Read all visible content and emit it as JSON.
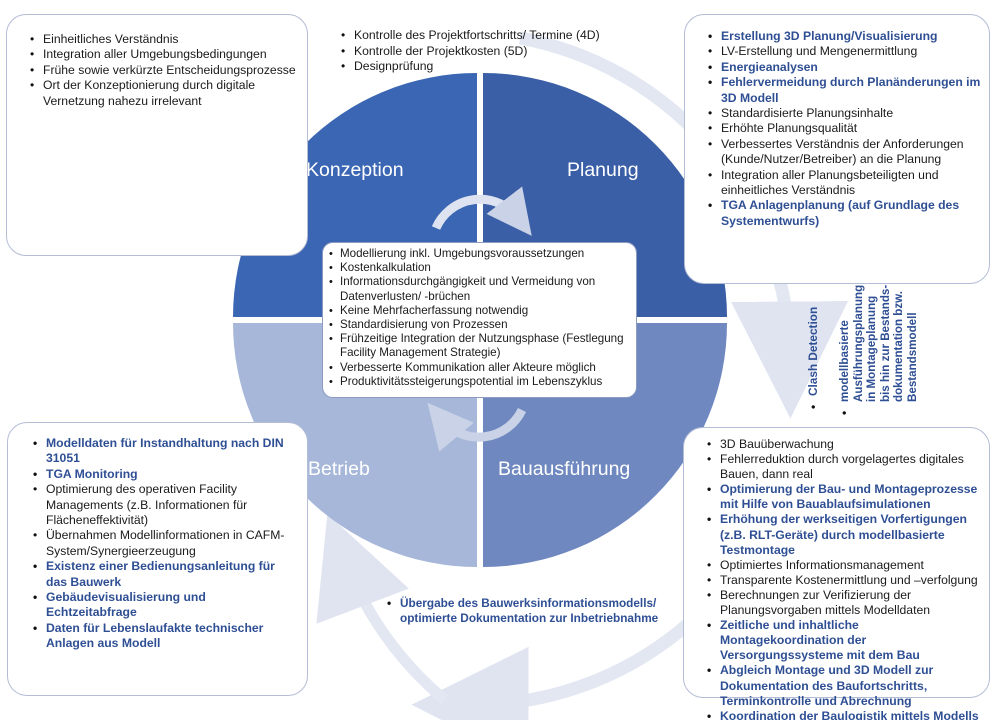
{
  "quadrants": {
    "konzeption": {
      "label": "Konzeption",
      "color": "#3b66b3"
    },
    "planung": {
      "label": "Planung",
      "color": "#3a5fa6"
    },
    "betrieb": {
      "label": "Betrieb",
      "color": "#a7b7d9"
    },
    "bauausfuehrung": {
      "label": "Bauausführung",
      "color": "#6f88c0"
    }
  },
  "box_konzeption": {
    "items": [
      {
        "text": "Einheitliches Verständnis",
        "highlight": false
      },
      {
        "text": "Integration aller Umgebungsbedingungen",
        "highlight": false
      },
      {
        "text": "Frühe sowie verkürzte Entscheidungsprozesse",
        "highlight": false
      },
      {
        "text": "Ort der Konzeptionierung durch digitale Vernetzung nahezu irrelevant",
        "highlight": false
      }
    ]
  },
  "top_list": {
    "items": [
      {
        "text": "Kontrolle des Projektfortschritts/ Termine (4D)",
        "highlight": false
      },
      {
        "text": "Kontrolle der Projektkosten (5D)",
        "highlight": false
      },
      {
        "text": "Designprüfung",
        "highlight": false
      }
    ]
  },
  "box_planung": {
    "items": [
      {
        "text": "Erstellung 3D Planung/Visualisierung",
        "highlight": true
      },
      {
        "text": "LV-Erstellung und Mengenermittlung",
        "highlight": false
      },
      {
        "text": "Energieanalysen",
        "highlight": true
      },
      {
        "text": "Fehlervermeidung durch  Planänderungen im 3D Modell",
        "highlight": true
      },
      {
        "text": "Standardisierte Planungsinhalte",
        "highlight": false
      },
      {
        "text": "Erhöhte Planungsqualität",
        "highlight": false
      },
      {
        "text": "Verbessertes Verständnis der Anforderungen (Kunde/Nutzer/Betreiber) an die Planung",
        "highlight": false
      },
      {
        "text": "Integration aller Planungsbeteiligten und einheitliches Verständnis",
        "highlight": false
      },
      {
        "text": "TGA Anlagenplanung (auf Grundlage des Systementwurfs)",
        "highlight": true
      }
    ]
  },
  "center": {
    "items": [
      {
        "text": "Modellierung inkl. Umgebungsvoraussetzungen",
        "highlight": false
      },
      {
        "text": "Kostenkalkulation",
        "highlight": false
      },
      {
        "text": "Informationsdurchgängigkeit und Vermeidung von Datenverlusten/ -brüchen",
        "highlight": false
      },
      {
        "text": "Keine Mehrfacherfassung notwendig",
        "highlight": false
      },
      {
        "text": "Standardisierung von Prozessen",
        "highlight": false
      },
      {
        "text": "Frühzeitige Integration der Nutzungsphase (Festlegung Facility Management Strategie)",
        "highlight": false
      },
      {
        "text": "Verbesserte Kommunikation aller Akteure möglich",
        "highlight": false
      },
      {
        "text": "Produktivitätssteigerungspotential im Lebenszyklus",
        "highlight": false
      }
    ]
  },
  "box_betrieb": {
    "items": [
      {
        "text": "Modelldaten für Instandhaltung nach DIN 31051",
        "highlight": true
      },
      {
        "text": "TGA Monitoring",
        "highlight": true
      },
      {
        "text": "Optimierung des operativen Facility Managements (z.B. Informationen für Flächeneffektivität)",
        "highlight": false
      },
      {
        "text": "Übernahmen Modellinformationen in CAFM-System/Synergieerzeugung",
        "highlight": false
      },
      {
        "text": "Existenz einer Bedienungsanleitung für das Bauwerk",
        "highlight": true
      },
      {
        "text": "Gebäudevisualisierung und Echtzeitabfrage",
        "highlight": true
      },
      {
        "text": "Daten für Lebenslaufakte technischer Anlagen aus Modell",
        "highlight": true
      }
    ]
  },
  "box_bau": {
    "items": [
      {
        "text": "3D Bauüberwachung",
        "highlight": false
      },
      {
        "text": "Fehlerreduktion durch vorgelagertes digitales Bauen, dann real",
        "highlight": false
      },
      {
        "text": "Optimierung der Bau- und Montageprozesse mit Hilfe von Bauablaufsimulationen",
        "highlight": true
      },
      {
        "text": "Erhöhung der werkseitigen Vorfertigungen (z.B. RLT-Geräte) durch modellbasierte Testmontage",
        "highlight": true
      },
      {
        "text": "Optimiertes Informationsmanagement",
        "highlight": false
      },
      {
        "text": "Transparente Kostenermittlung und –verfolgung",
        "highlight": false
      },
      {
        "text": "Berechnungen zur Verifizierung der Planungsvorgaben mittels Modelldaten",
        "highlight": false
      },
      {
        "text": "Zeitliche und inhaltliche Montagekoordination der Versorgungssysteme mit dem Bau",
        "highlight": true
      },
      {
        "text": "Abgleich Montage und 3D Modell zur Dokumentation des Baufortschritts, Terminkontrolle und Abrechnung",
        "highlight": true
      },
      {
        "text": "Koordination der Baulogistik mittels Modells",
        "highlight": true
      }
    ]
  },
  "transitions": {
    "clash": "Clash Detection",
    "montage": "modellbasierte Ausführungsplanung in Montageplanung bis hin zur Bestands-dokumentation bzw. Bestandsmodell",
    "uebergabe": "Übergabe des Bauwerksinformationsmodells/ optimierte Dokumentation zur Inbetriebnahme"
  },
  "colors": {
    "highlight_text": "#2f4f94",
    "box_border": "#b4bdd6",
    "arrow": "#dfe4f0"
  },
  "icons": {
    "cycle_arrow_top": "curved-arrow-clockwise-icon",
    "cycle_arrow_bottom": "curved-arrow-counterclockwise-icon",
    "outer_ring_arrow": "large-curved-arrow-icon"
  }
}
